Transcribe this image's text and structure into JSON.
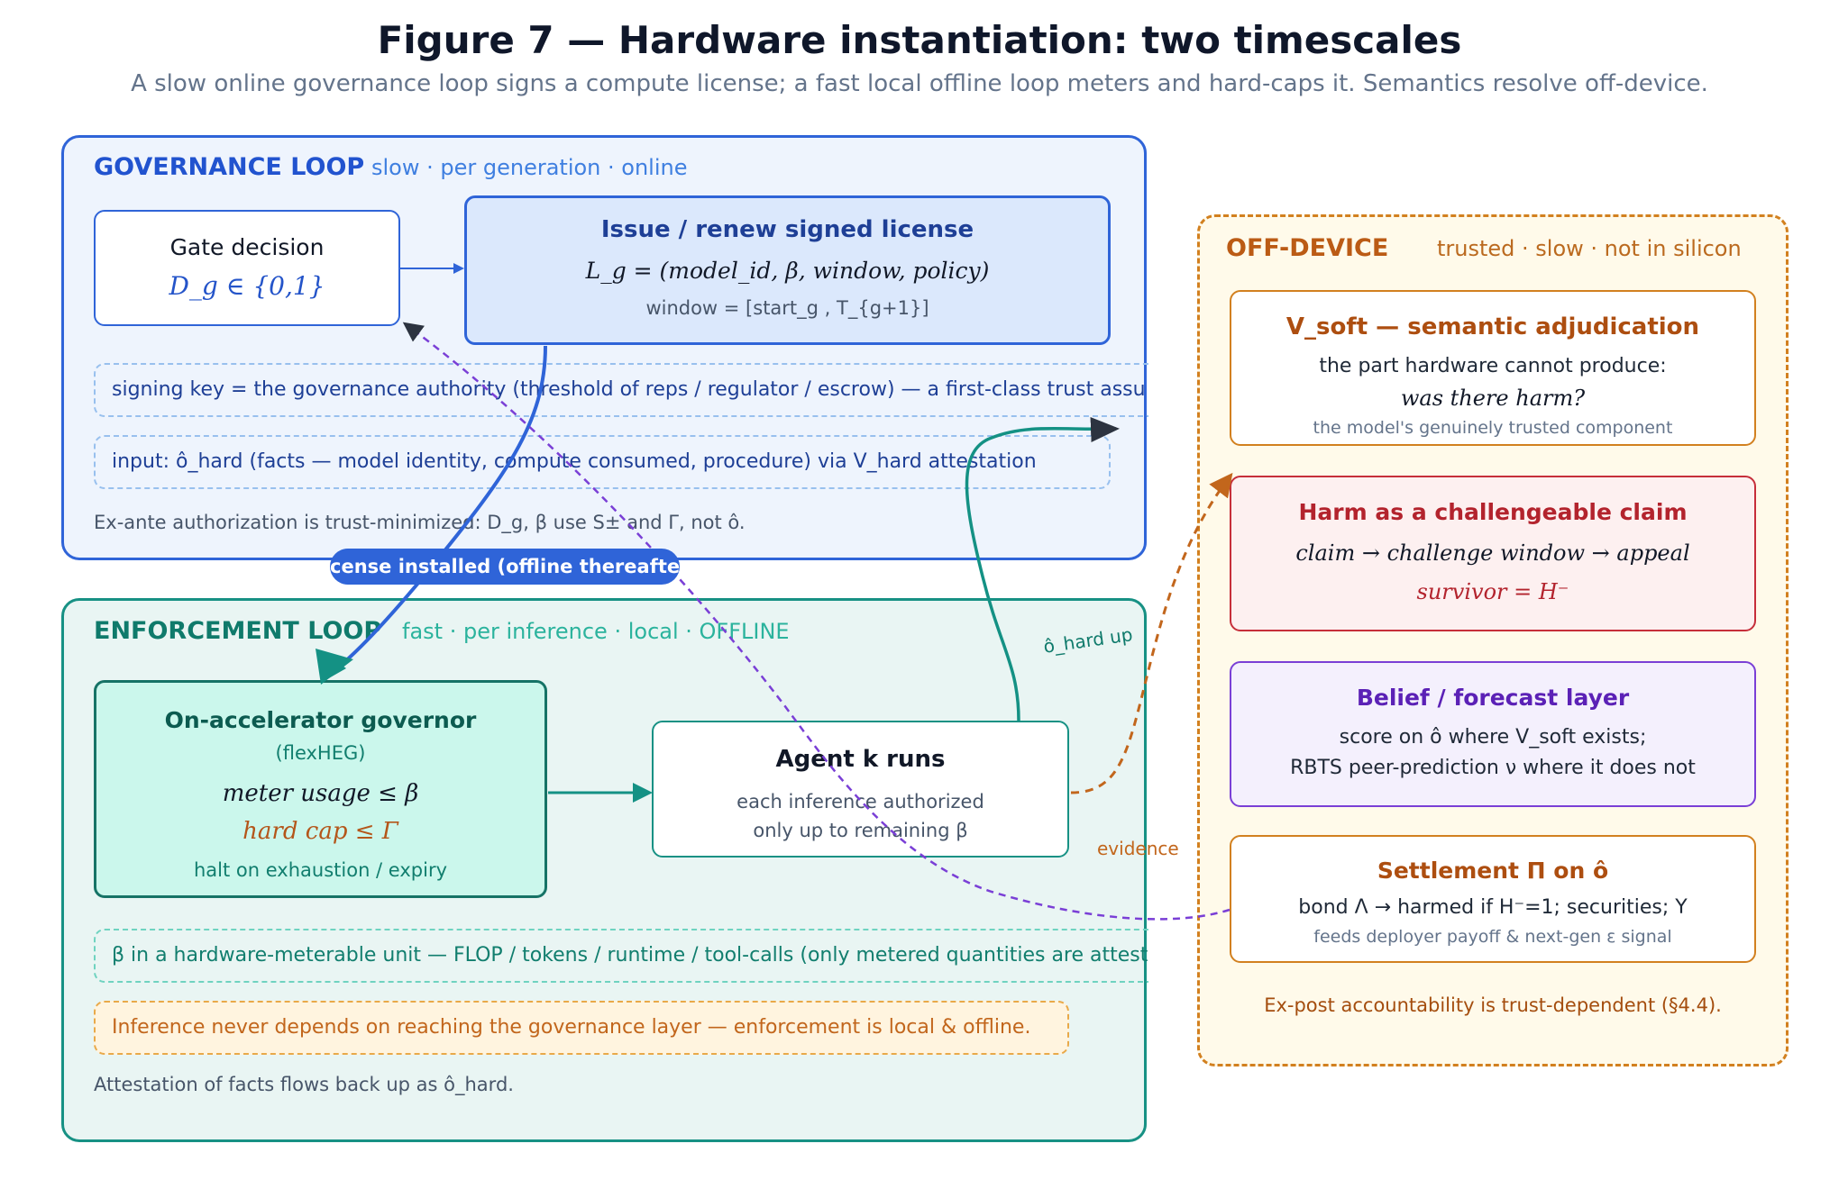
{
  "figure": {
    "title": "Figure 7 — Hardware instantiation: two timescales",
    "subtitle": "A slow online governance loop signs a compute license; a fast local offline loop meters and hard-caps it. Semantics resolve off-device."
  },
  "governance": {
    "title": "GOVERNANCE LOOP",
    "subtitle": "slow · per generation · online",
    "gate": {
      "title": "Gate decision",
      "formula": "D_g ∈ {0,1}"
    },
    "license": {
      "title": "Issue / renew signed license",
      "formula": "L_g = (model_id, β, window, policy)",
      "detail": "window = [start_g , T_{g+1}]"
    },
    "note_signing": "signing key = the governance authority (threshold of reps / regulator / escrow) — a first-class trust assu",
    "note_input": "input: ô_hard (facts — model identity, compute consumed, procedure) via V_hard attestation",
    "footer": "Ex-ante authorization is trust-minimized: D_g, β use S± and Γ, not ô."
  },
  "license_pill": "cense installed (offline thereafte",
  "enforcement": {
    "title": "ENFORCEMENT LOOP",
    "subtitle": "fast · per inference · local · OFFLINE",
    "governor": {
      "title": "On-accelerator governor",
      "subtitle": "(flexHEG)",
      "meter": "meter usage ≤ β",
      "cap": "hard cap ≤ Γ",
      "halt": "halt on exhaustion / expiry"
    },
    "agent": {
      "title": "Agent k runs",
      "line1": "each inference authorized",
      "line2": "only up to remaining β"
    },
    "note_beta": "β in a hardware-meterable unit — FLOP / tokens / runtime / tool-calls (only metered quantities are attest",
    "note_offline": "Inference never depends on reaching the governance layer — enforcement is local & offline.",
    "footer": "Attestation of facts flows back up as ô_hard."
  },
  "edge_labels": {
    "hard_up": "ô_hard up",
    "evidence": "evidence"
  },
  "offdevice": {
    "title": "OFF-DEVICE",
    "subtitle": "trusted · slow · not in silicon",
    "vsoft": {
      "title": "V_soft — semantic adjudication",
      "line1": "the part hardware cannot produce:",
      "line2": "was there harm?",
      "line3": "the model's genuinely trusted component"
    },
    "harm": {
      "title": "Harm as a challengeable claim",
      "line1": "claim → challenge window → appeal",
      "line2": "survivor = H⁻"
    },
    "belief": {
      "title": "Belief / forecast layer",
      "line1": "score on ô where V_soft exists;",
      "line2": "RBTS peer-prediction ν where it does not"
    },
    "settlement": {
      "title": "Settlement Π on ô",
      "line1": "bond Λ → harmed if H⁻=1; securities; Υ",
      "line2": "feeds deployer payoff & next-gen ε signal"
    },
    "footer": "Ex-post accountability is trust-dependent (§4.4)."
  },
  "colors": {
    "gov_accent": "#2f64d8",
    "enf_accent": "#179184",
    "off_accent": "#d2801f",
    "harm_accent": "#c62e3a",
    "belief_accent": "#7a3fd6",
    "dark_arrow": "#2c3340"
  }
}
